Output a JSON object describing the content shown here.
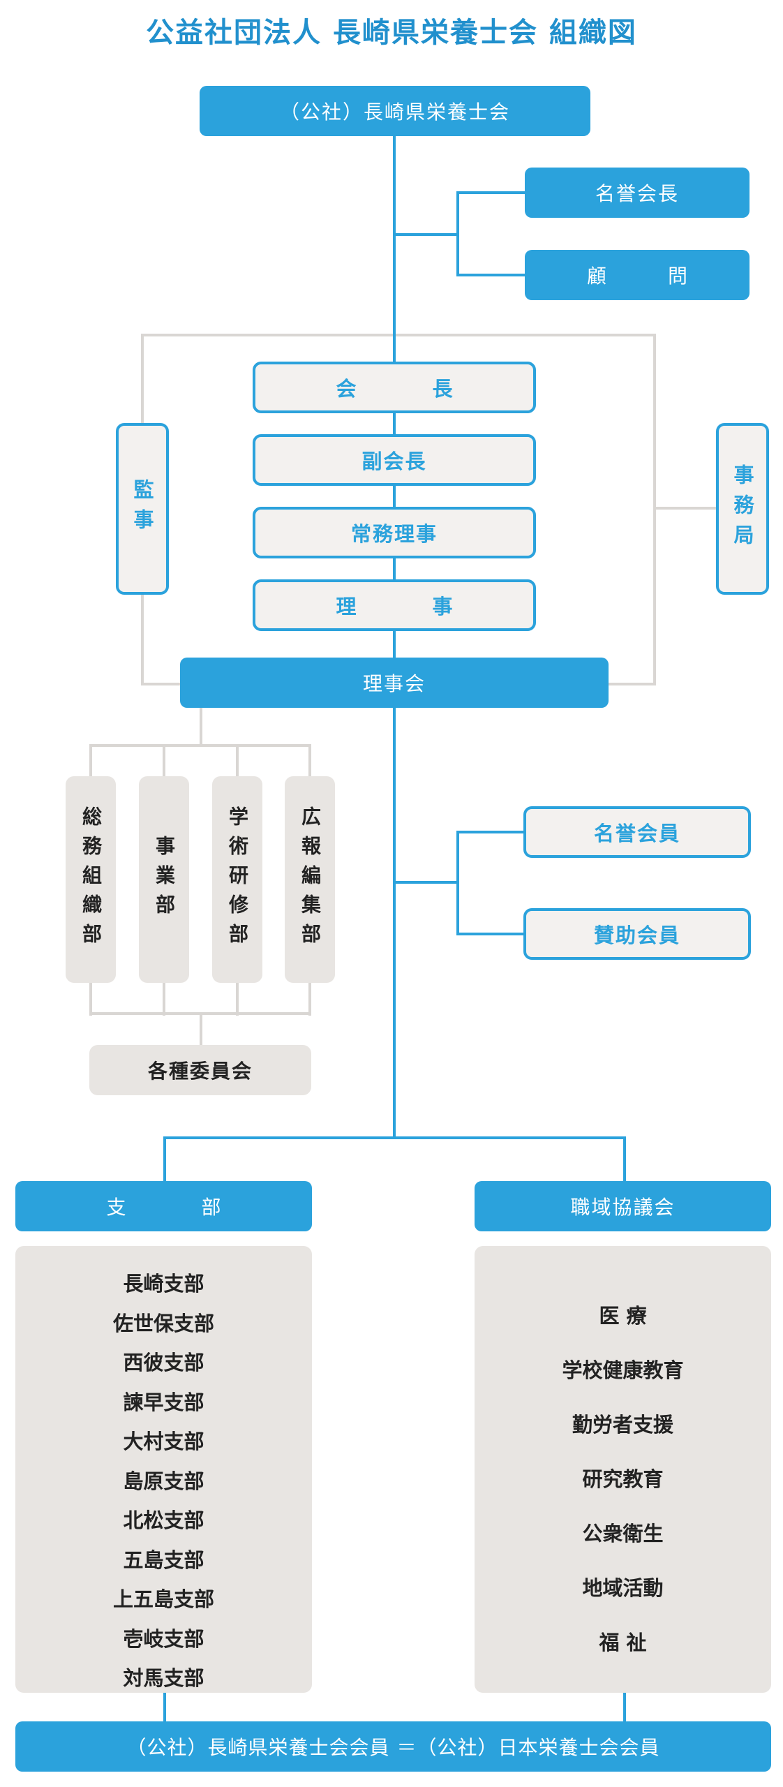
{
  "title": "公益社団法人 長崎県栄養士会 組織図",
  "top": "（公社）長崎県栄養士会",
  "honorary_president": "名誉会長",
  "advisor": "顧　問",
  "officers": [
    "会　長",
    "副会長",
    "常務理事",
    "理　事"
  ],
  "auditor": "監事",
  "secretariat": "事務局",
  "board": "理事会",
  "departments": [
    "総務組織部",
    "事業部",
    "学術研修部",
    "広報編集部"
  ],
  "committees": "各種委員会",
  "honorary_member": "名誉会員",
  "supporting_member": "賛助会員",
  "branches_header": "支　部",
  "branches": [
    "長崎支部",
    "佐世保支部",
    "西彼支部",
    "諫早支部",
    "大村支部",
    "島原支部",
    "北松支部",
    "五島支部",
    "上五島支部",
    "壱岐支部",
    "対馬支部"
  ],
  "councils_header": "職域協議会",
  "councils": [
    "医 療",
    "学校健康教育",
    "勤労者支援",
    "研究教育",
    "公衆衛生",
    "地域活動",
    "福 祉"
  ],
  "footer": "（公社）長崎県栄養士会会員 ＝（公社）日本栄養士会会員",
  "colors": {
    "accent": "#2ba2dc",
    "title": "#2190cd",
    "connector_gray": "#d9d6d3",
    "box_gray": "#e8e5e2"
  }
}
